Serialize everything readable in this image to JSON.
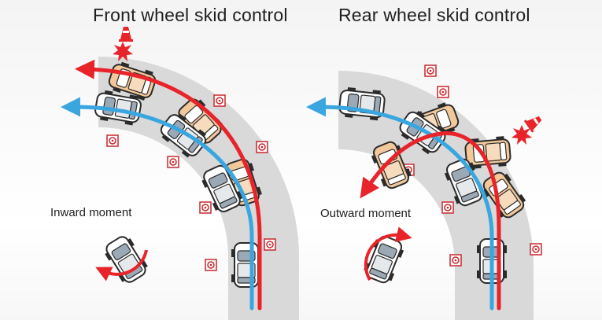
{
  "titles": {
    "front": "Front wheel skid control",
    "rear": "Rear wheel skid control"
  },
  "labels": {
    "inward": "Inward moment",
    "outward": "Outward moment"
  },
  "colors": {
    "road": "#d9d9d9",
    "intended_path": "#3aa6df",
    "skid_path": "#e8232a",
    "controlled_car": "#9aa9b5",
    "skidding_car": "#f2c89b",
    "marker": "#c8282e",
    "cone": "#e8232a"
  },
  "icons": [
    "traffic-cone-icon",
    "collision-burst-icon",
    "road-marker-icon",
    "rotation-arrow-icon"
  ]
}
